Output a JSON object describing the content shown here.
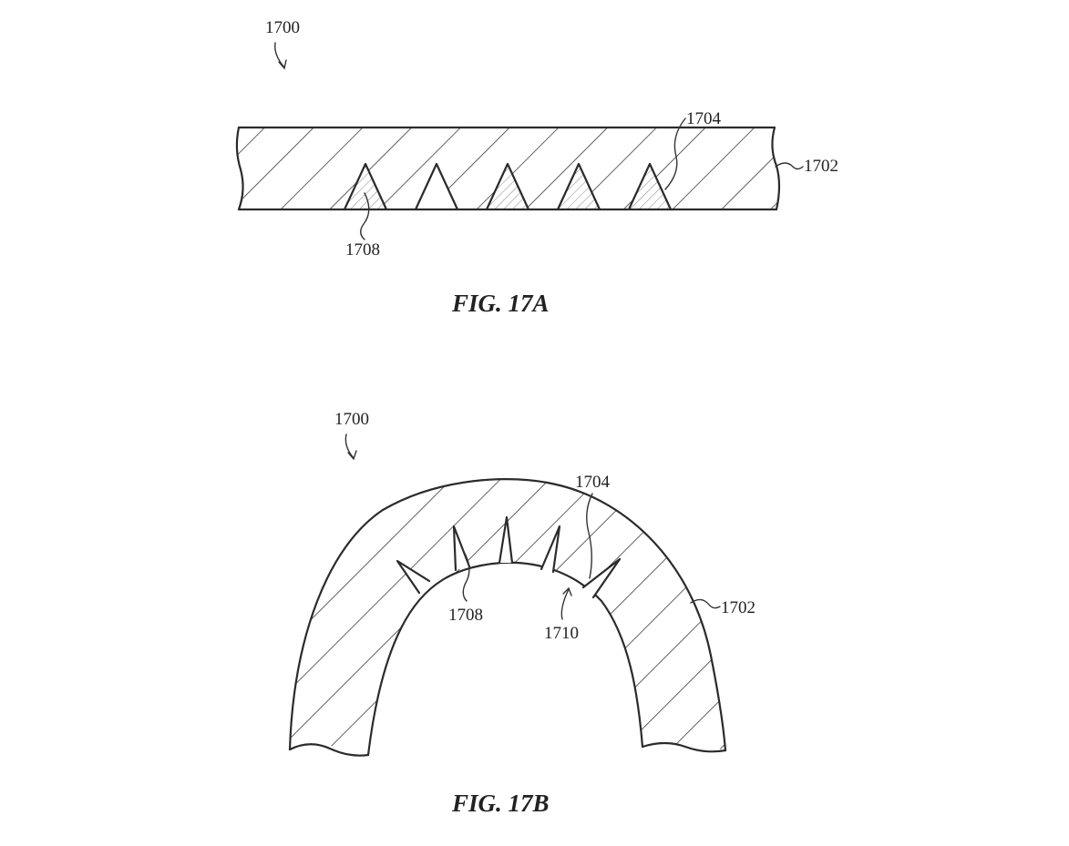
{
  "fig17a": {
    "ref_1700": "1700",
    "ref_1704": "1704",
    "ref_1702": "1702",
    "ref_1708": "1708",
    "caption": "FIG. 17A"
  },
  "fig17b": {
    "ref_1700": "1700",
    "ref_1704": "1704",
    "ref_1702": "1702",
    "ref_1708": "1708",
    "ref_1710": "1710",
    "caption": "FIG. 17B"
  }
}
